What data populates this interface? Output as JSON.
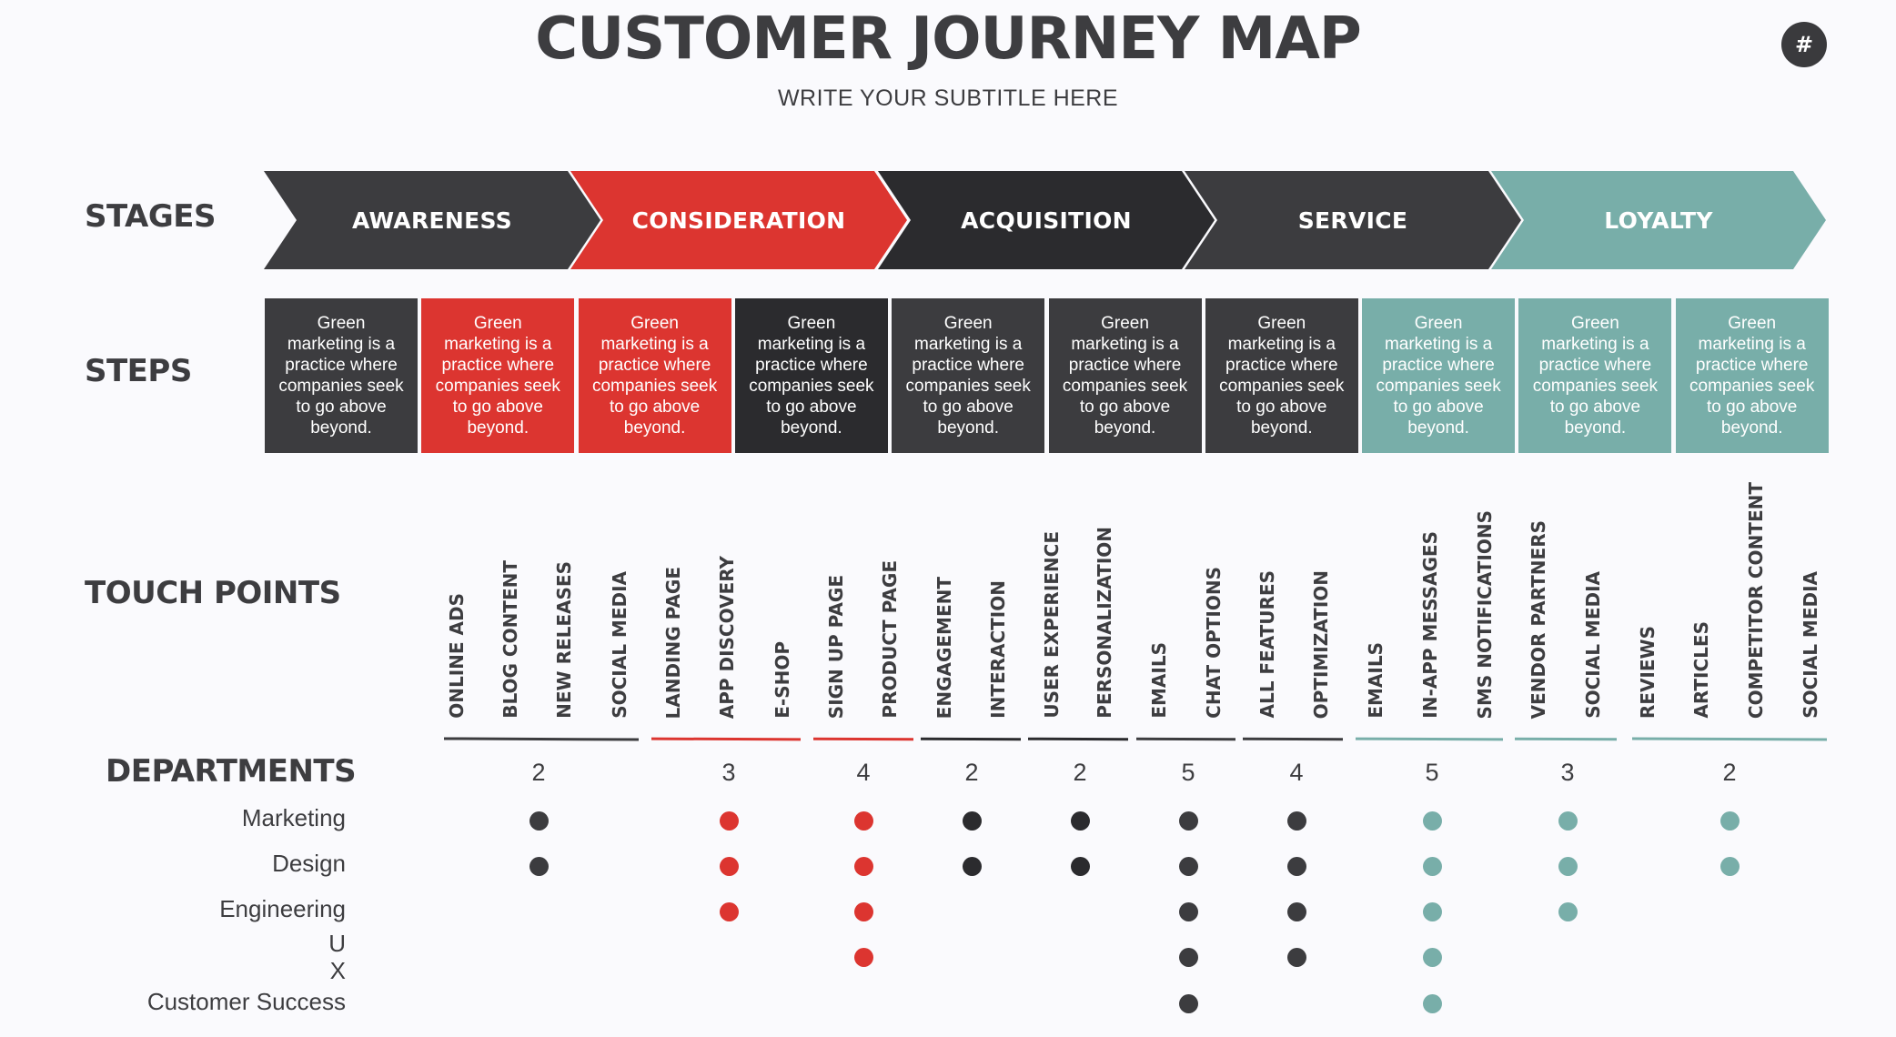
{
  "title": "CUSTOMER JOURNEY MAP",
  "subtitle": "WRITE YOUR SUBTITLE HERE",
  "logo_icon": "hashtag-icon",
  "colors": {
    "dark": "#3c3c3f",
    "red": "#dc3530",
    "black": "#2b2b2e",
    "teal": "#78aea9"
  },
  "labels": {
    "stages": "STAGES",
    "steps": "STEPS",
    "touch_points": "TOUCH POINTS",
    "departments": "DEPARTMENTS"
  },
  "stages": [
    {
      "label": "AWARENESS",
      "color": "#3c3c3f"
    },
    {
      "label": "CONSIDERATION",
      "color": "#dc3530"
    },
    {
      "label": "ACQUISITION",
      "color": "#2b2b2e"
    },
    {
      "label": "SERVICE",
      "color": "#3c3c3f"
    },
    {
      "label": "LOYALTY",
      "color": "#78aea9"
    }
  ],
  "steps": [
    {
      "text": "Green marketing is a practice where companies seek to go above beyond.",
      "color": "#3c3c3f"
    },
    {
      "text": "Green marketing is a practice where companies seek to go above beyond.",
      "color": "#dc3530"
    },
    {
      "text": "Green marketing is a practice where companies seek to go above beyond.",
      "color": "#dc3530"
    },
    {
      "text": "Green marketing is a practice where companies seek to go above beyond.",
      "color": "#2b2b2e"
    },
    {
      "text": "Green marketing is a practice where companies seek to go above beyond.",
      "color": "#3c3c3f"
    },
    {
      "text": "Green marketing is a practice where companies seek to go above beyond.",
      "color": "#3c3c3f"
    },
    {
      "text": "Green marketing is a practice where companies seek to go above beyond.",
      "color": "#3c3c3f"
    },
    {
      "text": "Green marketing is a practice where companies seek to go above beyond.",
      "color": "#78aea9"
    },
    {
      "text": "Green marketing is a practice where companies seek to go above beyond.",
      "color": "#78aea9"
    },
    {
      "text": "Green marketing is a practice where companies seek to go above beyond.",
      "color": "#78aea9"
    }
  ],
  "touch_points": [
    "ONLINE ADS",
    "BLOG CONTENT",
    "NEW RELEASES",
    "SOCIAL MEDIA",
    "LANDING PAGE",
    "APP DISCOVERY",
    "E-SHOP",
    "SIGN UP PAGE",
    "PRODUCT PAGE",
    "ENGAGEMENT",
    "INTERACTION",
    "USER EXPERIENCE",
    "PERSONALIZATION",
    "EMAILS",
    "CHAT OPTIONS",
    "ALL FEATURES",
    "OPTIMIZATION",
    "EMAILS",
    "IN-APP MESSAGES",
    "SMS NOTIFICATIONS",
    "VENDOR PARTNERS",
    "SOCIAL MEDIA",
    "REVIEWS",
    "ARTICLES",
    "COMPETITOR CONTENT",
    "SOCIAL MEDIA"
  ],
  "departments": [
    "Marketing",
    "Design",
    "Engineering",
    "U\nX",
    "Customer Success"
  ],
  "groups": [
    {
      "count": "2",
      "color": "#3c3c3f",
      "line_color": "#3c3c3f",
      "depts": [
        0,
        1
      ]
    },
    {
      "count": "3",
      "color": "#dc3530",
      "line_color": "#dc3530",
      "depts": [
        0,
        1,
        2
      ]
    },
    {
      "count": "4",
      "color": "#dc3530",
      "line_color": "#dc3530",
      "depts": [
        0,
        1,
        2,
        3
      ]
    },
    {
      "count": "2",
      "color": "#2b2b2e",
      "line_color": "#2b2b2e",
      "depts": [
        0,
        1
      ]
    },
    {
      "count": "2",
      "color": "#2b2b2e",
      "line_color": "#2b2b2e",
      "depts": [
        0,
        1
      ]
    },
    {
      "count": "5",
      "color": "#3c3c3f",
      "line_color": "#3c3c3f",
      "depts": [
        0,
        1,
        2,
        3,
        4
      ]
    },
    {
      "count": "4",
      "color": "#3c3c3f",
      "line_color": "#3c3c3f",
      "depts": [
        0,
        1,
        2,
        3
      ]
    },
    {
      "count": "5",
      "color": "#78aea9",
      "line_color": "#78aea9",
      "depts": [
        0,
        1,
        2,
        3,
        4
      ]
    },
    {
      "count": "3",
      "color": "#78aea9",
      "line_color": "#78aea9",
      "depts": [
        0,
        1,
        2
      ]
    },
    {
      "count": "2",
      "color": "#78aea9",
      "line_color": "#78aea9",
      "depts": [
        0,
        1
      ]
    }
  ]
}
